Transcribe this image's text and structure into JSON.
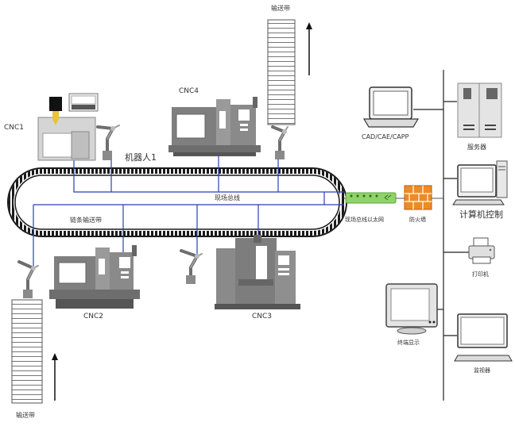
{
  "labels": {
    "cnc1": "CNC1",
    "cnc2": "CNC2",
    "cnc3": "CNC3",
    "cnc4": "CNC4",
    "robot1": "机器人1",
    "fieldbus": "现场总线",
    "chain_conveyor": "链条输送带",
    "conveyor_top": "输送带",
    "conveyor_bottom": "输送带",
    "ethernet_switch": "现场总线以太网",
    "firewall": "防火墙",
    "cad": "CAD/CAE/CAPP",
    "server": "服务器",
    "computer_control": "计算机控制",
    "printer": "打印机",
    "terminal": "终端显示",
    "monitor": "监视器"
  },
  "colors": {
    "bus_line": "#2b3fb0",
    "machine_gray": "#8a8a8a",
    "belt_dark": "#1a1a1a",
    "switch_green": "#8fd36a",
    "firewall_orange": "#f08a24"
  }
}
